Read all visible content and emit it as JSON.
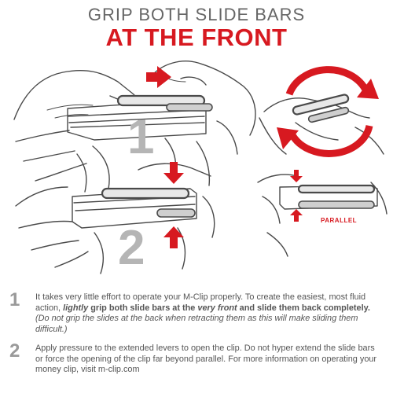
{
  "colors": {
    "accent_red": "#d71920",
    "line": "#4a4a4a",
    "numeral_gray": "#b5b5b5",
    "text_gray": "#555555"
  },
  "header": {
    "subtitle": "GRIP BOTH SLIDE BARS",
    "title": "AT THE FRONT"
  },
  "illustration": {
    "big_numbers": [
      "1",
      "2"
    ],
    "parallel_label": "PARALLEL"
  },
  "steps": [
    {
      "number": "1",
      "t1": "It takes very little effort to operate your M-Clip properly. To create the easiest, most fluid action, ",
      "b1": "lightly",
      "b2": " grip both slide bars at the ",
      "b3": "very front",
      "b4": " and slide them back completely.",
      "t2": " ",
      "i1": "(Do not grip the slides at the back when retracting them as this will make sliding them difficult.)"
    },
    {
      "number": "2",
      "text": "Apply pressure to the extended levers to open the clip. Do not hyper extend the slide bars or force the opening of the clip far beyond parallel. For more information on operating your money clip, visit m-clip.com"
    }
  ]
}
